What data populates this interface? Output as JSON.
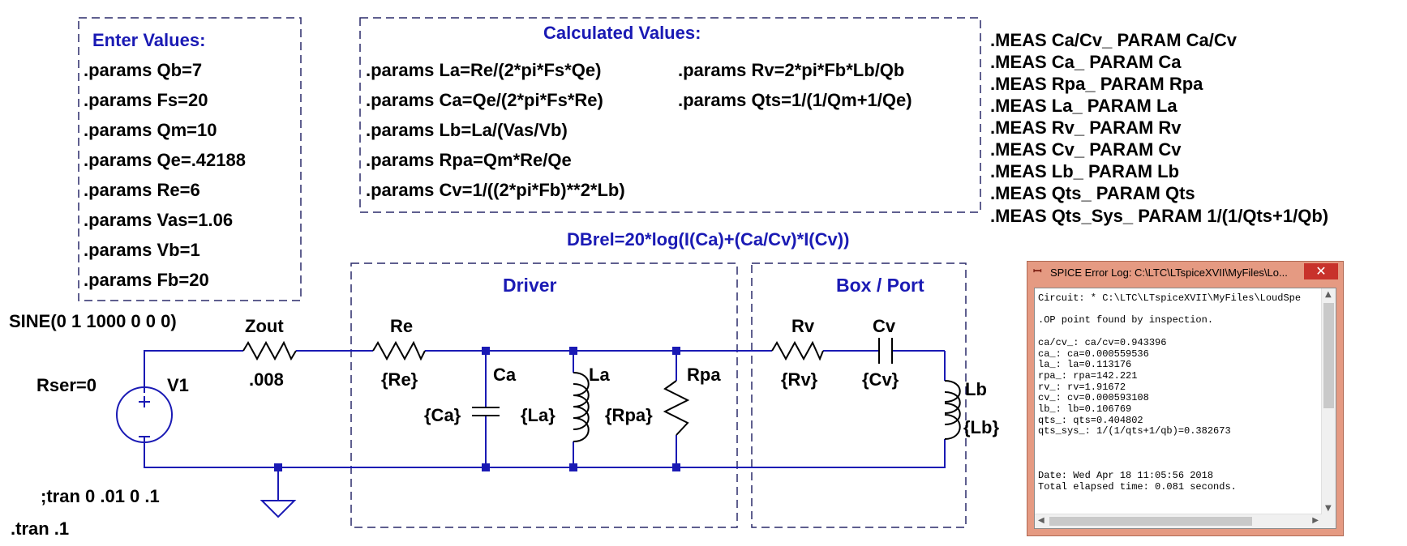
{
  "enter_values": {
    "header": "Enter Values:",
    "lines": [
      ".params Qb=7",
      ".params Fs=20",
      ".params Qm=10",
      ".params Qe=.42188",
      ".params Re=6",
      ".params Vas=1.06",
      ".params Vb=1",
      ".params Fb=20"
    ]
  },
  "calculated_values": {
    "header": "Calculated Values:",
    "col1": [
      ".params La=Re/(2*pi*Fs*Qe)",
      ".params Ca=Qe/(2*pi*Fs*Re)",
      ".params Lb=La/(Vas/Vb)",
      ".params Rpa=Qm*Re/Qe",
      ".params Cv=1/((2*pi*Fb)**2*Lb)"
    ],
    "col2": [
      ".params Rv=2*pi*Fb*Lb/Qb",
      ".params Qts=1/(1/Qm+1/Qe)"
    ]
  },
  "meas_lines": [
    ".MEAS Ca/Cv_ PARAM Ca/Cv",
    ".MEAS Ca_ PARAM Ca",
    ".MEAS Rpa_ PARAM Rpa",
    ".MEAS La_ PARAM La",
    ".MEAS Rv_ PARAM Rv",
    ".MEAS Cv_ PARAM Cv",
    ".MEAS Lb_ PARAM Lb",
    ".MEAS Qts_ PARAM Qts",
    ".MEAS Qts_Sys_ PARAM 1/(1/Qts+1/Qb)"
  ],
  "dbrel": "DBrel=20*log(I(Ca)+(Ca/Cv)*I(Cv))",
  "driver_label": "Driver",
  "box_label": "Box / Port",
  "source": {
    "sine": "SINE(0 1 1000 0 0 0)",
    "rser": "Rser=0",
    "name": "V1",
    "tran_comment": ";tran 0 .01 0 .1",
    "tran": ".tran .1"
  },
  "components": {
    "zout_name": "Zout",
    "zout_value": ".008",
    "re_name": "Re",
    "re_value": "{Re}",
    "ca_name": "Ca",
    "ca_value": "{Ca}",
    "la_name": "La",
    "la_value": "{La}",
    "rpa_name": "Rpa",
    "rpa_value": "{Rpa}",
    "rv_name": "Rv",
    "rv_value": "{Rv}",
    "cv_name": "Cv",
    "cv_value": "{Cv}",
    "lb_name": "Lb",
    "lb_value": "{Lb}"
  },
  "error_log": {
    "title": "SPICE Error Log: C:\\LTC\\LTspiceXVII\\MyFiles\\Lo...",
    "close_symbol": "✕",
    "icon_glyph": "ꟷ",
    "lines": [
      "Circuit: * C:\\LTC\\LTspiceXVII\\MyFiles\\LoudSpe",
      "",
      ".OP point found by inspection.",
      "",
      "ca/cv_: ca/cv=0.943396",
      "ca_: ca=0.000559536",
      "la_: la=0.113176",
      "rpa_: rpa=142.221",
      "rv_: rv=1.91672",
      "cv_: cv=0.000593108",
      "lb_: lb=0.106769",
      "qts_: qts=0.404802",
      "qts_sys_: 1/(1/qts+1/qb)=0.382673",
      "",
      "",
      "",
      "Date: Wed Apr 18 11:05:56 2018",
      "Total elapsed time: 0.081 seconds."
    ]
  },
  "colors": {
    "wire": "#1a1ab4",
    "label_blue": "#1a1ab4",
    "dash_box": "#2a2a6a",
    "window_frame": "#e59a82"
  }
}
